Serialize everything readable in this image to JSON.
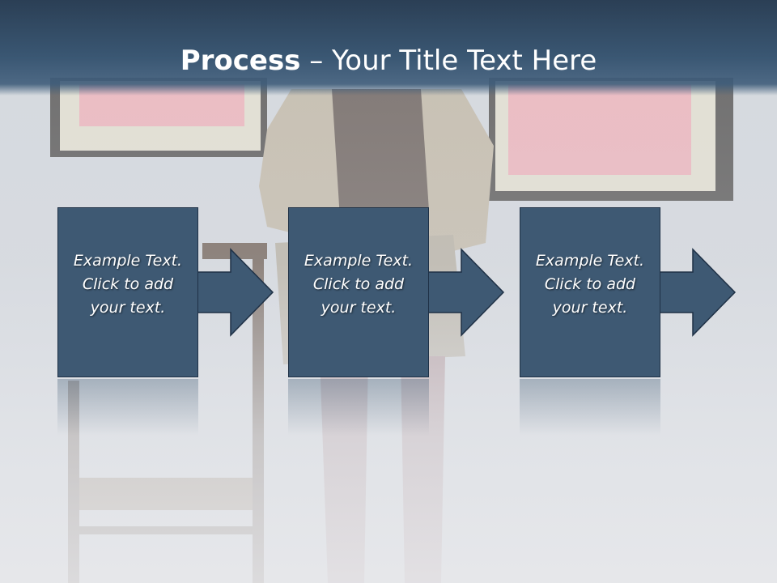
{
  "slide": {
    "title_bold": "Process",
    "title_rest": " – Your Title Text Here"
  },
  "steps": [
    {
      "line1": "Example Text.",
      "line2": "Click  to add",
      "line3": "your text."
    },
    {
      "line1": "Example Text.",
      "line2": "Click  to add",
      "line3": "your text."
    },
    {
      "line1": "Example Text.",
      "line2": "Click  to add",
      "line3": "your text."
    }
  ],
  "colors": {
    "title_bar": "#3a5773",
    "step_fill": "#3e5973",
    "step_border": "#1f3146",
    "frame_pink": "#f1a5ad"
  }
}
